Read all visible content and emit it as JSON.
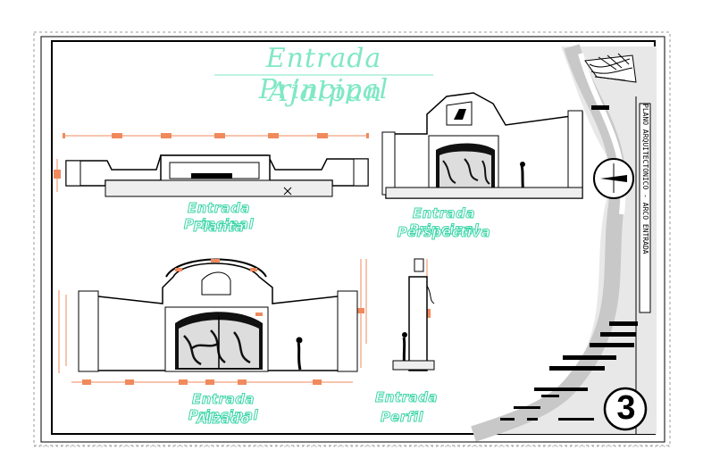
{
  "drawing": {
    "title_line1": "Entrada Principal",
    "title_line2": "Ajalpan",
    "views": [
      {
        "line1": "Entrada Principal",
        "line2": "Planta"
      },
      {
        "line1": "Entrada Principal",
        "line2": "Perspectiva"
      },
      {
        "line1": "Entrada Principal",
        "line2": "Alzado"
      },
      {
        "line1": "Entrada",
        "line2": "Perfil"
      }
    ]
  },
  "title_block": {
    "vertical_label": "PLANO ARQUITECTONICO - ARCO ENTRADA",
    "sheet_number": "3",
    "icons": [
      "logo-icon",
      "north-arrow-icon"
    ]
  },
  "colors": {
    "caption": "#3fd6a8",
    "title": "#7fe8c4",
    "dimension": "#f08a5d",
    "line": "#000000"
  }
}
